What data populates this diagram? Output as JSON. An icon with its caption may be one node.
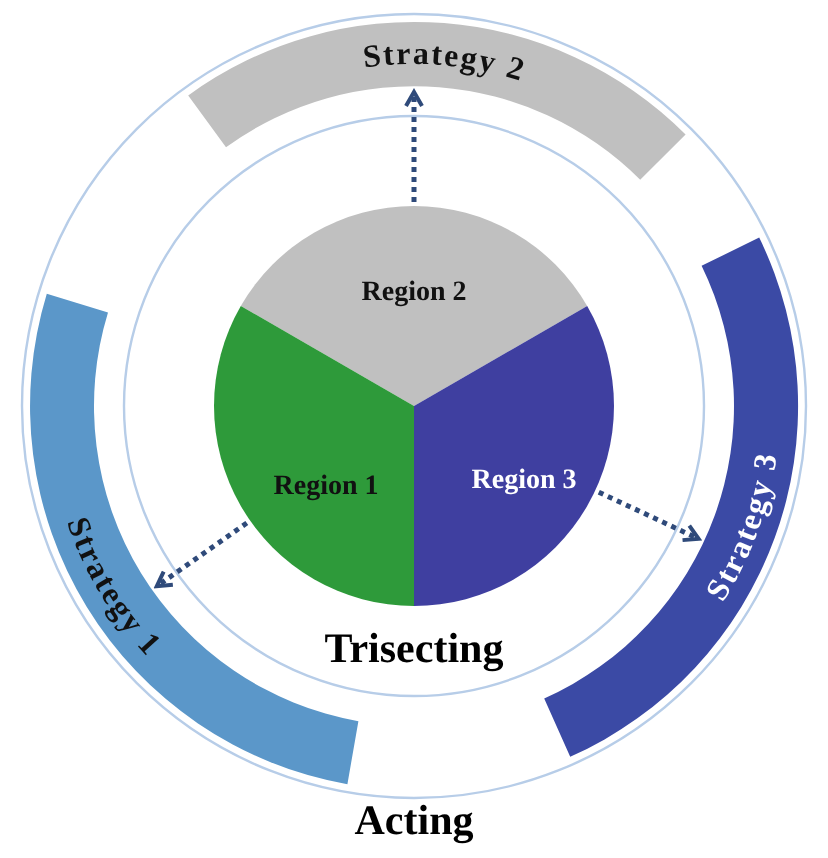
{
  "diagram": {
    "nodes": [
      {
        "text": [
          "Strategy 2"
        ]
      },
      {
        "text": [
          "Region 2"
        ]
      },
      {
        "text": [
          "Region 1"
        ]
      },
      {
        "text": [
          "Region 3"
        ]
      },
      {
        "text": [
          "Strategy 1"
        ]
      },
      {
        "text": [
          "Strategy 3"
        ]
      }
    ],
    "edges": [
      {
        "from": 1,
        "to": 0,
        "arrow": "to",
        "style": "dashed"
      },
      {
        "from": 2,
        "to": 4,
        "arrow": "to",
        "style": "dashed"
      },
      {
        "from": 3,
        "to": 5,
        "arrow": "to",
        "style": "dashed"
      }
    ],
    "labels": [
      "Trisecting",
      "Acting"
    ]
  }
}
